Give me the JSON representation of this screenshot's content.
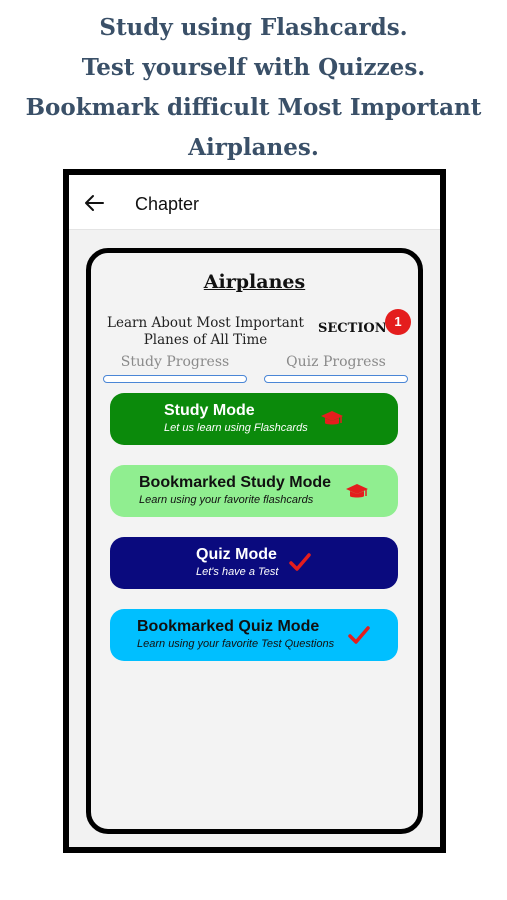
{
  "promo": {
    "lines": [
      "Study using Flashcards.",
      "Test yourself with Quizzes.",
      "Bookmark difficult Most Important",
      "Airplanes."
    ]
  },
  "appbar": {
    "back_icon": "arrow-left-icon",
    "title": "Chapter"
  },
  "chapter": {
    "title": "Airplanes",
    "description": "Learn About Most Important Planes of All Time",
    "section_label": "SECTION",
    "section_number": "1",
    "study_progress_label": "Study Progress",
    "quiz_progress_label": "Quiz Progress"
  },
  "modes": [
    {
      "title": "Study Mode",
      "subtitle": "Let us learn using Flashcards",
      "icon": "graduation-cap-icon",
      "color": "#0b8a0b"
    },
    {
      "title": "Bookmarked Study Mode",
      "subtitle": "Learn using your favorite flashcards",
      "icon": "graduation-cap-icon",
      "color": "#90ee90"
    },
    {
      "title": "Quiz Mode",
      "subtitle": "Let's have a Test",
      "icon": "checkmark-icon",
      "color": "#0a0a7e"
    },
    {
      "title": "Bookmarked Quiz Mode",
      "subtitle": "Learn using your favorite Test Questions",
      "icon": "checkmark-icon",
      "color": "#00bfff"
    }
  ],
  "colors": {
    "accent_red": "#e41d1d",
    "progress_border": "#4a86d6"
  }
}
